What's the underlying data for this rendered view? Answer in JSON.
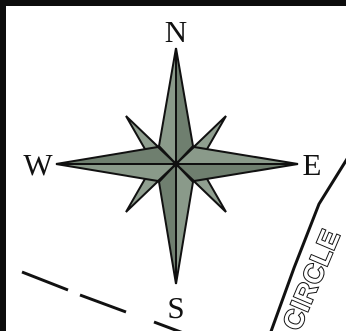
{
  "compass": {
    "north_label": "N",
    "south_label": "S",
    "east_label": "E",
    "west_label": "W",
    "main_point_color": "#8a9a8a",
    "shade_color": "#6f7f6f",
    "minor_point_color": "#909f90",
    "outline_color": "#111111"
  },
  "road": {
    "label": "CIRCLE",
    "line_style": "dashed"
  }
}
